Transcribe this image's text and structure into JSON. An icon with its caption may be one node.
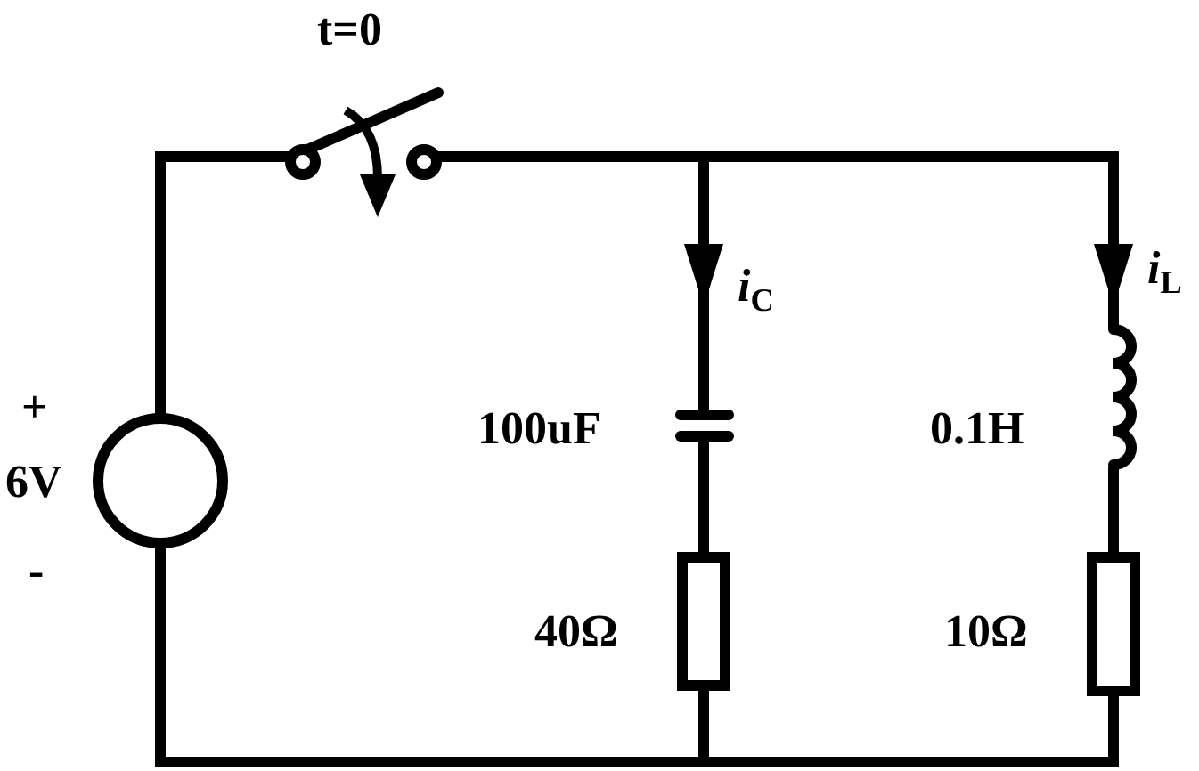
{
  "diagram": {
    "labels": [
      "t=0",
      "+",
      "6V",
      "-",
      "*i*$_{C}$",
      "100uF",
      "40Ω",
      "*i*$_{L}$",
      "0.1H",
      "10Ω"
    ]
  }
}
